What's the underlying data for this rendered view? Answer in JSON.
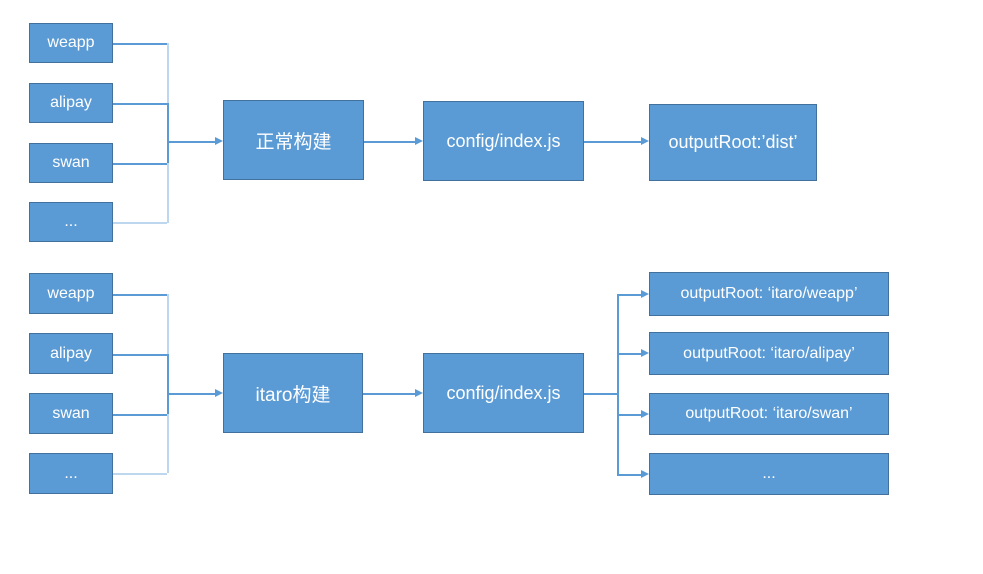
{
  "colors": {
    "background": "#ffffff",
    "box_fill": "#5b9bd5",
    "box_border": "#41719c",
    "connector": "#5b9bd5",
    "connector_light": "#bdd7ee",
    "text": "#ffffff"
  },
  "top_flow": {
    "sources": [
      "weapp",
      "alipay",
      "swan",
      "..."
    ],
    "build": "正常构建",
    "config": "config/index.js",
    "output": "outputRoot:’dist’"
  },
  "bottom_flow": {
    "sources": [
      "weapp",
      "alipay",
      "swan",
      "..."
    ],
    "build": "itaro构建",
    "config": "config/index.js",
    "outputs": [
      "outputRoot: ‘itaro/weapp’",
      "outputRoot: ‘itaro/alipay’",
      "outputRoot: ‘itaro/swan’",
      "..."
    ]
  }
}
